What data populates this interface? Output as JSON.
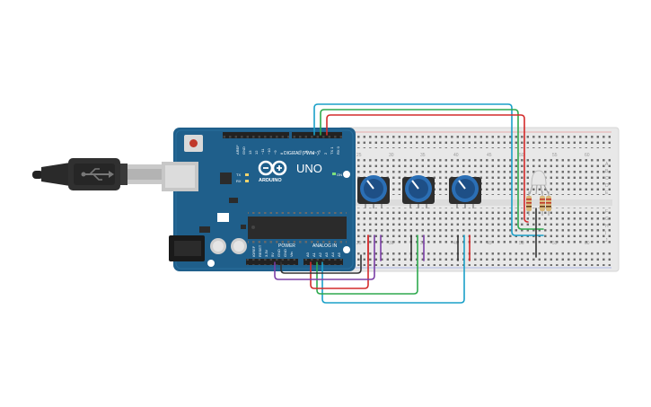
{
  "board": {
    "brand": "UNO",
    "maker": "ARDUINO",
    "digital_label": "DIGITAL (PWM~)",
    "power_label": "POWER",
    "analog_label": "ANALOG IN",
    "on_label": "ON",
    "tx_label": "TX",
    "rx_label": "RX",
    "aref_label": "AREF",
    "gnd_label": "GND",
    "digital_pins": [
      "13",
      "12",
      "~11",
      "~10",
      "~9",
      "8",
      "7",
      "~6",
      "~5",
      "4",
      "~3",
      "2",
      "TX 1",
      "RX 0"
    ],
    "power_pins": [
      "IOREF",
      "RESET",
      "3.3V",
      "5V",
      "GND",
      "GND",
      "Vin"
    ],
    "analog_pins": [
      "A0",
      "A1",
      "A2",
      "A3",
      "A4",
      "A5"
    ]
  },
  "breadboard": {
    "col_numbers": [
      "25",
      "30",
      "35",
      "40",
      "45",
      "50",
      "55",
      "60"
    ],
    "row_letters_top": [
      "A",
      "B",
      "C",
      "D",
      "E"
    ],
    "row_letters_bottom": [
      "F",
      "G",
      "H",
      "I",
      "J"
    ]
  },
  "colors": {
    "board": "#1f5f8b",
    "breadboard": "#e8e8e8",
    "wire_red": "#d42b2b",
    "wire_green": "#2ea94e",
    "wire_blue": "#1aa0c8",
    "wire_black": "#333333",
    "wire_purple": "#7b3fa6",
    "pot_knob": "#2b6fb5"
  }
}
